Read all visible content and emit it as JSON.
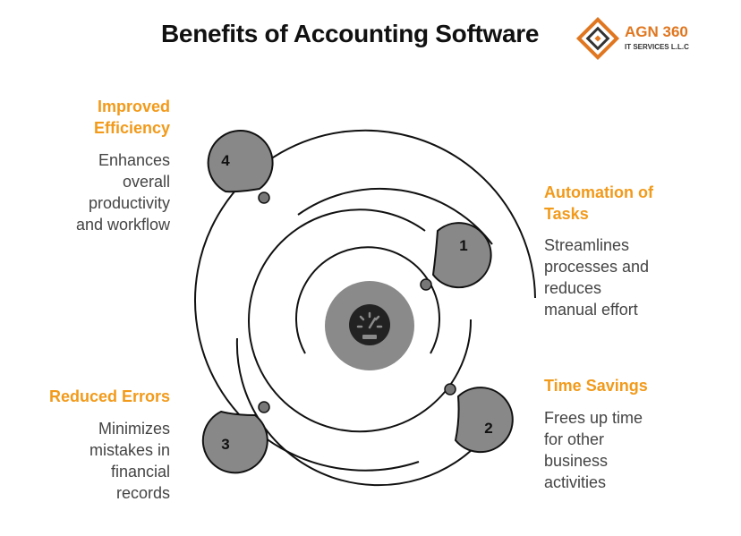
{
  "title": "Benefits of Accounting Software",
  "logo": {
    "brand": "AGN 360",
    "sub": "IT SERVICES L.L.C",
    "colors": [
      "#e0761f",
      "#333333"
    ]
  },
  "center_icon": "speedometer-icon",
  "colors": {
    "accent": "#f29a1a",
    "bubble_fill": "#888888",
    "center_fill": "#8a8a8a",
    "stroke": "#111111"
  },
  "items": [
    {
      "number": "1",
      "label": "Automation of Tasks",
      "label_lines": [
        "Automation of",
        "Tasks"
      ],
      "description_lines": [
        "Streamlines",
        "processes and",
        "reduces",
        "manual effort"
      ]
    },
    {
      "number": "2",
      "label": "Time Savings",
      "label_lines": [
        "Time Savings"
      ],
      "description_lines": [
        "Frees up time",
        "for other",
        "business",
        "activities"
      ]
    },
    {
      "number": "3",
      "label": "Reduced Errors",
      "label_lines": [
        "Reduced Errors"
      ],
      "description_lines": [
        "Minimizes",
        "mistakes in",
        "financial",
        "records"
      ]
    },
    {
      "number": "4",
      "label": "Improved Efficiency",
      "label_lines": [
        "Improved",
        "Efficiency"
      ],
      "description_lines": [
        "Enhances",
        "overall",
        "productivity",
        "and workflow"
      ]
    }
  ]
}
